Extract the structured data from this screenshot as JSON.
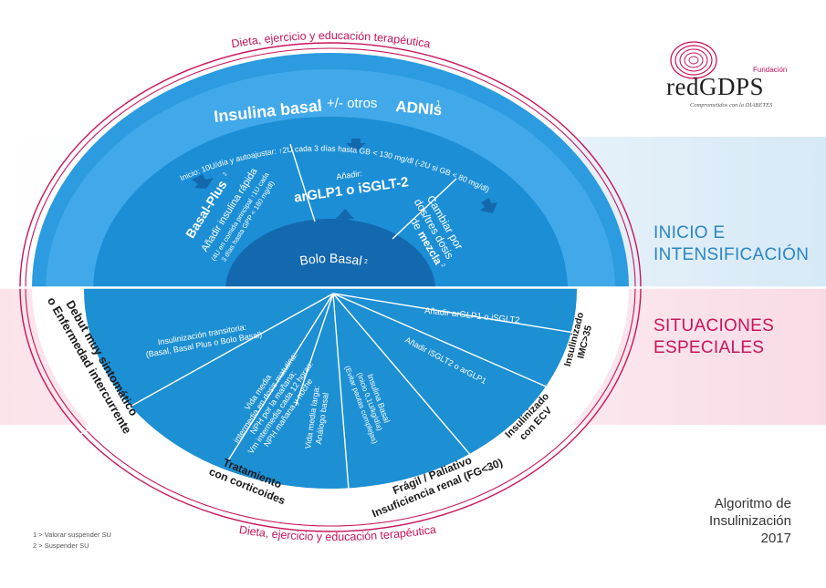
{
  "logo": {
    "fundacion": "Fundación",
    "name": "redGDPS",
    "tagline": "Comprometidos con la DIABETES"
  },
  "ring_text": {
    "top": "Dieta, ejercicio y educación terapéutica",
    "bottom": "Dieta, ejercicio y educación terapéutica"
  },
  "upper": {
    "basal_title": "Insulina basal",
    "basal_plus": "+/- otros",
    "adnis": "ADNIs",
    "adnis_sup": "1",
    "inicio": "Inicio: 10U/día y autoajustar: ↑2U cada 3 días hasta GB < 130 mg/dl (-2U si GB < 80 mg/dl)",
    "bolo": "Bolo Basal",
    "bolo_sup": "2",
    "basalplus_title": "Basal-Plus",
    "basalplus_sup": "2",
    "basalplus_l1": "Añadir insulina rápida",
    "basalplus_l2": "(4U en comida principal ↑1U cada",
    "basalplus_l3": "3 días hasta GPP < 180 mg/dl)",
    "anadir": "Añadir:",
    "arglp1": "arGLP1 o iSGLT-2",
    "cambiar_l1": "Cambiar por",
    "cambiar_l2": "dos/tres dosis",
    "cambiar_l3a": "de",
    "cambiar_l3b": "mezcla",
    "cambiar_sup": "2"
  },
  "lower": {
    "debut_l1": "Debut muy sintomático",
    "debut_l2": "o Enfermedad intercurrente",
    "transit_l1": "Insulinización transitoria:",
    "transit_l2": "(Basal, Basal Plus o Bolo Basal)",
    "vida_l1": "Vida media",
    "vida_l2": "intermedia en dosis matutina:",
    "vida_l3": "NPH por la mañana;",
    "vida_l4": "Vm intermedia cada 12 horas:",
    "vida_l5": "NPH mañana y noche",
    "larga_l1": "Vida media larga:",
    "larga_l2": "Análogo basal",
    "basal_l1": "Insulina Basal",
    "basal_l2": "(Inicio 0,1U/kg/día)",
    "basal_l3": "(Evitar pautas complejas)",
    "isglt": "Añadir iSGLT2 o arGLP1",
    "arglp": "Añadir arGLP1 o iSGLT2",
    "cortic_l1": "Tratamiento",
    "cortic_l2": "con corticoides",
    "fragil_l1": "Frágil / Paliativo",
    "fragil_l2": "Insuficiencia renal (FG<30)",
    "ecv_l1": "Insulinizado",
    "ecv_l2": "con ECV",
    "imc_l1": "Insulinizado",
    "imc_l2": "IMC>35"
  },
  "stages": {
    "inicio_l1": "INICIO E",
    "inicio_l2": "INTENSIFICACIÓN",
    "situ_l1": "SITUACIONES",
    "situ_l2": "ESPECIALES"
  },
  "algoritmo": {
    "l1": "Algoritmo de",
    "l2": "Insulinización",
    "l3": "2017"
  },
  "footnotes": {
    "n1": "1 > Valorar suspender SU",
    "n2": "2 > Suspender SU"
  },
  "colors": {
    "magenta": "#c8145a",
    "blue_mid": "#1d8fd3",
    "blue_dark": "#1672b8",
    "blue_light": "#4fb0e8",
    "stage_blue": "#2a86c4"
  }
}
